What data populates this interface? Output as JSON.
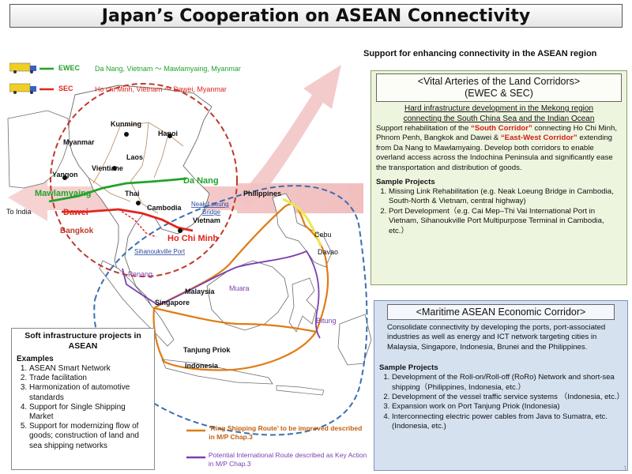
{
  "title": "Japan’s Cooperation on ASEAN Connectivity",
  "support_heading": "Support for enhancing connectivity in the ASEAN region",
  "legend": {
    "ewec_label": "EWEC",
    "ewec_desc": "Da Nang, Vietnam 〜 Mawlamyaing, Myanmar",
    "sec_label": "SEC",
    "sec_desc": "Ho chi Minh, Vietnam 〜 Dawei, Myanmar",
    "ewec_color": "#22a22a",
    "sec_color": "#e0251f",
    "ring_route": "‘Ring Shipping Route’ to be improved described in M/P Chap.3",
    "ring_color": "#e07c14",
    "intl_route": "Potential International Route described as Key Action in M/P Chap.3",
    "intl_color": "#7a3fb0"
  },
  "places": {
    "kunming": "Kunming",
    "hanoi": "Hanoi",
    "myanmar": "Myanmar",
    "laos": "Laos",
    "vientiane": "Vientiane",
    "yangon": "Yangon",
    "da_nang": "Da Nang",
    "mawlamyaing": "Mawlamyaing",
    "thai": "Thai",
    "cambodia": "Cambodia",
    "neak_loeung_1": "Neak Loeung",
    "neak_loeung_2": "Bridge",
    "vietnam": "Vietnam",
    "to_india": "To India",
    "dawei": "Dawei",
    "bangkok": "Bangkok",
    "ho_chi_minh": "Ho Chi Minh",
    "sihanoukville": "Sihanoukville Port",
    "philippines": "Philippines",
    "cebu": "Cebu",
    "davao": "Davao",
    "penang": "Penang",
    "malaysia": "Malaysia",
    "muara": "Muara",
    "singapore": "Singapore",
    "bitung": "Bitung",
    "tanjung_priok": "Tanjung Priok",
    "indonesia": "Indonesia"
  },
  "land": {
    "heading_1": "<Vital Arteries of the Land Corridors>",
    "heading_2": "(EWEC & SEC)",
    "sub_1": "Hard infrastructure development  in the Mekong  region",
    "sub_2": "connecting  the South China Sea and the Indian Ocean",
    "p_a": "Support rehabilitation of the ",
    "p_south": "“South Corridor”",
    "p_b": " connecting Ho Chi Minh, Phnom Penh, Bangkok and Dawei & ",
    "p_east": "“East-West Corridor”",
    "p_c": " extending from Da Nang to Mawlamyaing. Develop both corridors to enable overland access across the Indochina Peninsula and significantly ease the transportation and distribution of goods.",
    "sample_title": "Sample Projects",
    "projects": [
      "Missing Link Rehabilitation (e.g. Neak Loeung Bridge in Cambodia, South-North & Vietnam, central highway)",
      "Port Development（e.g. Cai Mep–Thi Vai International Port in Vietnam, Sihanoukville Port Multipurpose Terminal in Cambodia, etc.）"
    ]
  },
  "maritime": {
    "heading": "<Maritime ASEAN Economic Corridor>",
    "desc": "Consolidate connectivity by developing the ports, port-associated industries as well as energy and ICT network targeting cities in Malaysia, Singapore, Indonesia, Brunei and the Philippines.",
    "sample_title": "Sample Projects",
    "projects": [
      "Development of the Roll-on/Roll-off (RoRo) Network and short-sea shipping（Philippines, Indonesia, etc.）",
      "Development of the vessel traffic service systems （Indonesia, etc.）",
      "Expansion work on Port Tanjung Priok (Indonesia)",
      "Interconnecting electric power cables from Java to Sumatra, etc. (Indonesia, etc.)"
    ]
  },
  "soft": {
    "title_1": "Soft infrastructure projects in",
    "title_2": "ASEAN",
    "examples_label": "Examples",
    "items": [
      "ASEAN Smart Network",
      "Trade facilitation",
      "Harmonization of automotive standards",
      "Support for Single Shipping Market",
      "Support for modernizing flow of goods; construction of land and sea shipping networks"
    ]
  },
  "page_number": "1"
}
